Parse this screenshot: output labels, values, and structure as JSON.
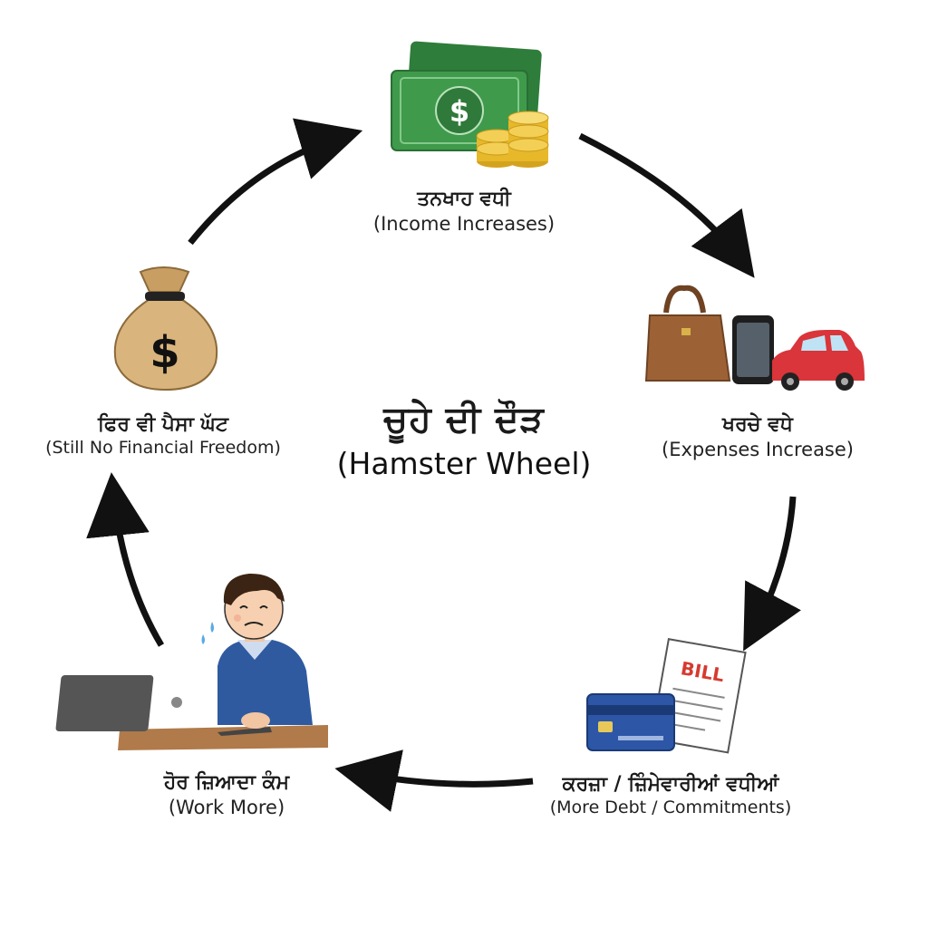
{
  "center": {
    "title_pa": "ਚੂਹੇ ਦੀ ਦੌੜ",
    "title_en": "(Hamster Wheel)"
  },
  "stages": {
    "income": {
      "pa": "ਤਨਖਾਹ ਵਧੀ",
      "en": "(Income Increases)",
      "icon": "money-icon",
      "currency_symbol": "$"
    },
    "expenses": {
      "pa": "ਖਰਚੇ ਵਧੇ",
      "en": "(Expenses Increase)",
      "icons": [
        "handbag-icon",
        "phone-icon",
        "car-icon"
      ]
    },
    "debt": {
      "pa": "ਕਰਜ਼ਾ / ਜ਼ਿੰਮੇਵਾਰੀਆਂ ਵਧੀਆਂ",
      "en": "(More Debt / Commitments)",
      "bill_text": "BILL",
      "icons": [
        "credit-card-icon",
        "bill-icon"
      ]
    },
    "work": {
      "pa": "ਹੋਰ ਜ਼ਿਆਦਾ ਕੰਮ",
      "en": "(Work More)",
      "icon": "stressed-worker-icon"
    },
    "still_short": {
      "pa": "ਫਿਰ ਵੀ ਪੈਸਾ ਘੱਟ",
      "en": "(Still No Financial Freedom)",
      "icon": "money-bag-icon",
      "currency_symbol": "$"
    }
  },
  "colors": {
    "arrow": "#111111",
    "cash": "#3f9a4b",
    "coin": "#e7b82a",
    "bag": "#d9b47c",
    "handbag": "#9c6236",
    "car": "#d9353a",
    "card": "#2d56a6",
    "shirt": "#2f5aa0",
    "bill_red": "#d63a2f"
  }
}
